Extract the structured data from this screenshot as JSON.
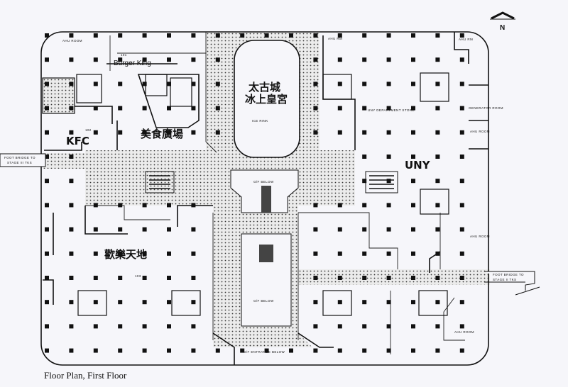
{
  "compass": {
    "label": "N"
  },
  "labels": {
    "ahu_room_nw": "AHU ROOM",
    "unit_101": "101",
    "burger_king": "Burger King",
    "kfc": "KFC",
    "unit_102": "102",
    "food_court": "美食廣場",
    "ice_palace_line1": "太古城",
    "ice_palace_line2": "冰上皇宮",
    "ice_rink": "ICE RINK",
    "uny": "UNY",
    "uny_store": "UNY DEPARTMENT STORE",
    "ahu_rm_ne": "AHU RM",
    "ahu_rm_n": "AHU RM",
    "generator_room": "GENERATOR ROOM",
    "ahu_room_e": "AHU ROOM",
    "ahu_room_e2": "AHU ROOM",
    "ahu_room_se": "AHU ROOM",
    "bridge_west_1": "FOOT BRIDGE TO",
    "bridge_west_2": "STAGE III TKS",
    "bridge_east_1": "FOOT BRIDGE TO",
    "bridge_east_2": "STAGE II TKS",
    "gf_below_north": "G/F BELOW",
    "gf_below_south": "G/F BELOW",
    "happy_land": "歡樂天地",
    "unit_103": "103",
    "gf_entrance": "G/F ENTRANCE BELOW"
  },
  "caption": "Floor Plan, First Floor"
}
